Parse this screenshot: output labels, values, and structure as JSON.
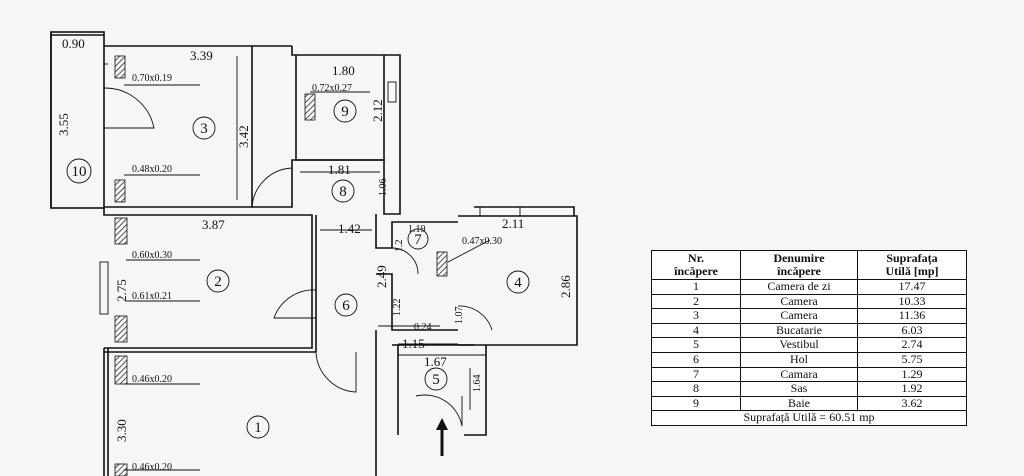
{
  "rooms": [
    {
      "nr": "1",
      "name": "Camera de zi",
      "area": "17.47"
    },
    {
      "nr": "2",
      "name": "Camera",
      "area": "10.33"
    },
    {
      "nr": "3",
      "name": "Camera",
      "area": "11.36"
    },
    {
      "nr": "4",
      "name": "Bucatarie",
      "area": "6.03"
    },
    {
      "nr": "5",
      "name": "Vestibul",
      "area": "2.74"
    },
    {
      "nr": "6",
      "name": "Hol",
      "area": "5.75"
    },
    {
      "nr": "7",
      "name": "Camara",
      "area": "1.29"
    },
    {
      "nr": "8",
      "name": "Sas",
      "area": "1.92"
    },
    {
      "nr": "9",
      "name": "Baie",
      "area": "3.62"
    },
    {
      "nr": "10",
      "name": "",
      "area": ""
    }
  ],
  "table": {
    "col_nr_line1": "Nr.",
    "col_nr_line2": "încăpere",
    "col_name_line1": "Denumire",
    "col_name_line2": "încăpere",
    "col_area_line1": "Suprafața",
    "col_area_line2": "Utilă [mp]",
    "total": "Suprafață Utilă = 60.51 mp"
  },
  "dimensions": {
    "d_0_90": "0.90",
    "d_3_39": "3.39",
    "d_3_55": "3.55",
    "d_3_42": "3.42",
    "d_1_80": "1.80",
    "d_2_12": "2.12",
    "d_1_81": "1.81",
    "d_1_06": "1.06",
    "d_3_87": "3.87",
    "d_1_42": "1.42",
    "d_1_19": "1.19",
    "d_2_11": "2.11",
    "d_2_75": "2.75",
    "d_2_49": "2.49",
    "d_1_2": "1.2",
    "d_1_22": "1.22",
    "d_2_86": "2.86",
    "d_0_24": "0.24",
    "d_1_07": "1.07",
    "d_1_15": "1.15",
    "d_1_67": "1.67",
    "d_1_64": "1.64",
    "d_3_30": "3.30"
  },
  "openings": {
    "o_070x019": "0.70x0.19",
    "o_072x027": "0.72x0.27",
    "o_048x020": "0.48x0.20",
    "o_060x030": "0.60x0.30",
    "o_061x021": "0.61x0.21",
    "o_047x030": "0.47x0.30",
    "o_046x020_a": "0.46x0.20",
    "o_046x020_b": "0.46x0.20"
  },
  "colors": {
    "ink": "#111111",
    "paper": "#f6f6f4"
  }
}
